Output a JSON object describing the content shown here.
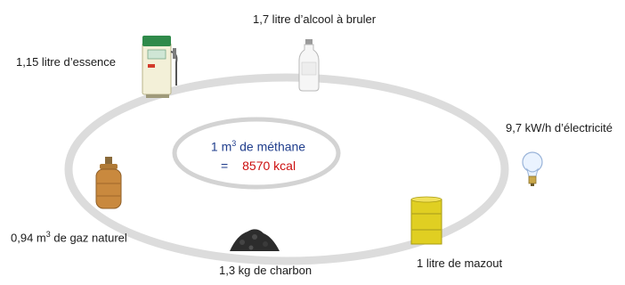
{
  "center": {
    "line1_prefix": "1 m",
    "line1_sup": "3",
    "line1_suffix": " de méthane",
    "equals": "=",
    "value": "8570 kcal"
  },
  "items": {
    "essence": "1,15 litre d’essence",
    "alcool": "1,7 litre d’alcool à bruler",
    "electricite": "9,7 kW/h d’électricité",
    "mazout": "1 litre de mazout",
    "charbon": "1,3 kg de charbon",
    "gaz_prefix": "0,94 m",
    "gaz_sup": "3",
    "gaz_suffix": " de gaz naturel"
  },
  "colors": {
    "ring": "#d9d9d9",
    "center_blue": "#1f3d8c",
    "center_red": "#cc1010"
  },
  "icons": [
    "fuel-pump-icon",
    "alcohol-bottle-icon",
    "light-bulb-icon",
    "oil-barrel-icon",
    "coal-pile-icon",
    "gas-cylinder-icon"
  ]
}
